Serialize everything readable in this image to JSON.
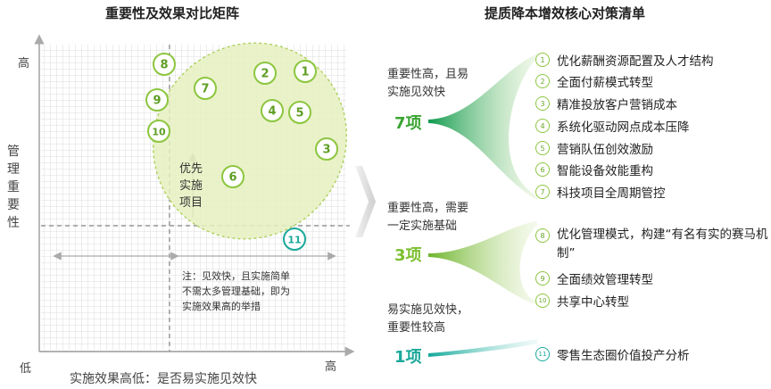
{
  "matrix": {
    "title": "重要性及效果对比矩阵",
    "y_axis_label": "管理重要性",
    "y_high": "高",
    "origin_low": "低",
    "x_high": "高",
    "x_axis_label": "实施效果高低：是否易实施见效快",
    "priority_label": [
      "优先",
      "实施",
      "项目"
    ],
    "note": [
      "注：见效快，且实施简单",
      "不需太多管理基础，即为",
      "实施效果高的举措"
    ],
    "items": [
      {
        "id": "1"
      },
      {
        "id": "2"
      },
      {
        "id": "3"
      },
      {
        "id": "4"
      },
      {
        "id": "5"
      },
      {
        "id": "6"
      },
      {
        "id": "7"
      },
      {
        "id": "8"
      },
      {
        "id": "9"
      },
      {
        "id": "10"
      },
      {
        "id": "11"
      }
    ]
  },
  "list": {
    "title": "提质降本增效核心对策清单",
    "groups": [
      {
        "desc": [
          "重要性高，且易",
          "实施见效快"
        ],
        "count": "7项",
        "color": "#3aa532"
      },
      {
        "desc": [
          "重要性高，需要",
          "一定实施基础"
        ],
        "count": "3项",
        "color": "#7cbf2f"
      },
      {
        "desc": [
          "易实施见效快，",
          "重要性较高"
        ],
        "count": "1项",
        "color": "#1aa89a"
      }
    ],
    "items": [
      {
        "num": "1",
        "text": "优化薪酬资源配置及人才结构"
      },
      {
        "num": "2",
        "text": "全面付薪模式转型"
      },
      {
        "num": "3",
        "text": "精准投放客户营销成本"
      },
      {
        "num": "4",
        "text": "系统化驱动网点成本压降"
      },
      {
        "num": "5",
        "text": "营销队伍创效激励"
      },
      {
        "num": "6",
        "text": "智能设备效能重构"
      },
      {
        "num": "7",
        "text": "科技项目全周期管控"
      },
      {
        "num": "8",
        "text": "优化管理模式，构建“有名有实的赛马机制”"
      },
      {
        "num": "9",
        "text": "全面绩效管理转型"
      },
      {
        "num": "10",
        "text": "共享中心转型"
      },
      {
        "num": "11",
        "text": "零售生态圈价值投产分析"
      }
    ],
    "colors": {
      "green": "#8cc63f",
      "teal": "#1aa89a",
      "grid": "#cfcfcf",
      "ellipse": "#e9f2c8"
    }
  }
}
